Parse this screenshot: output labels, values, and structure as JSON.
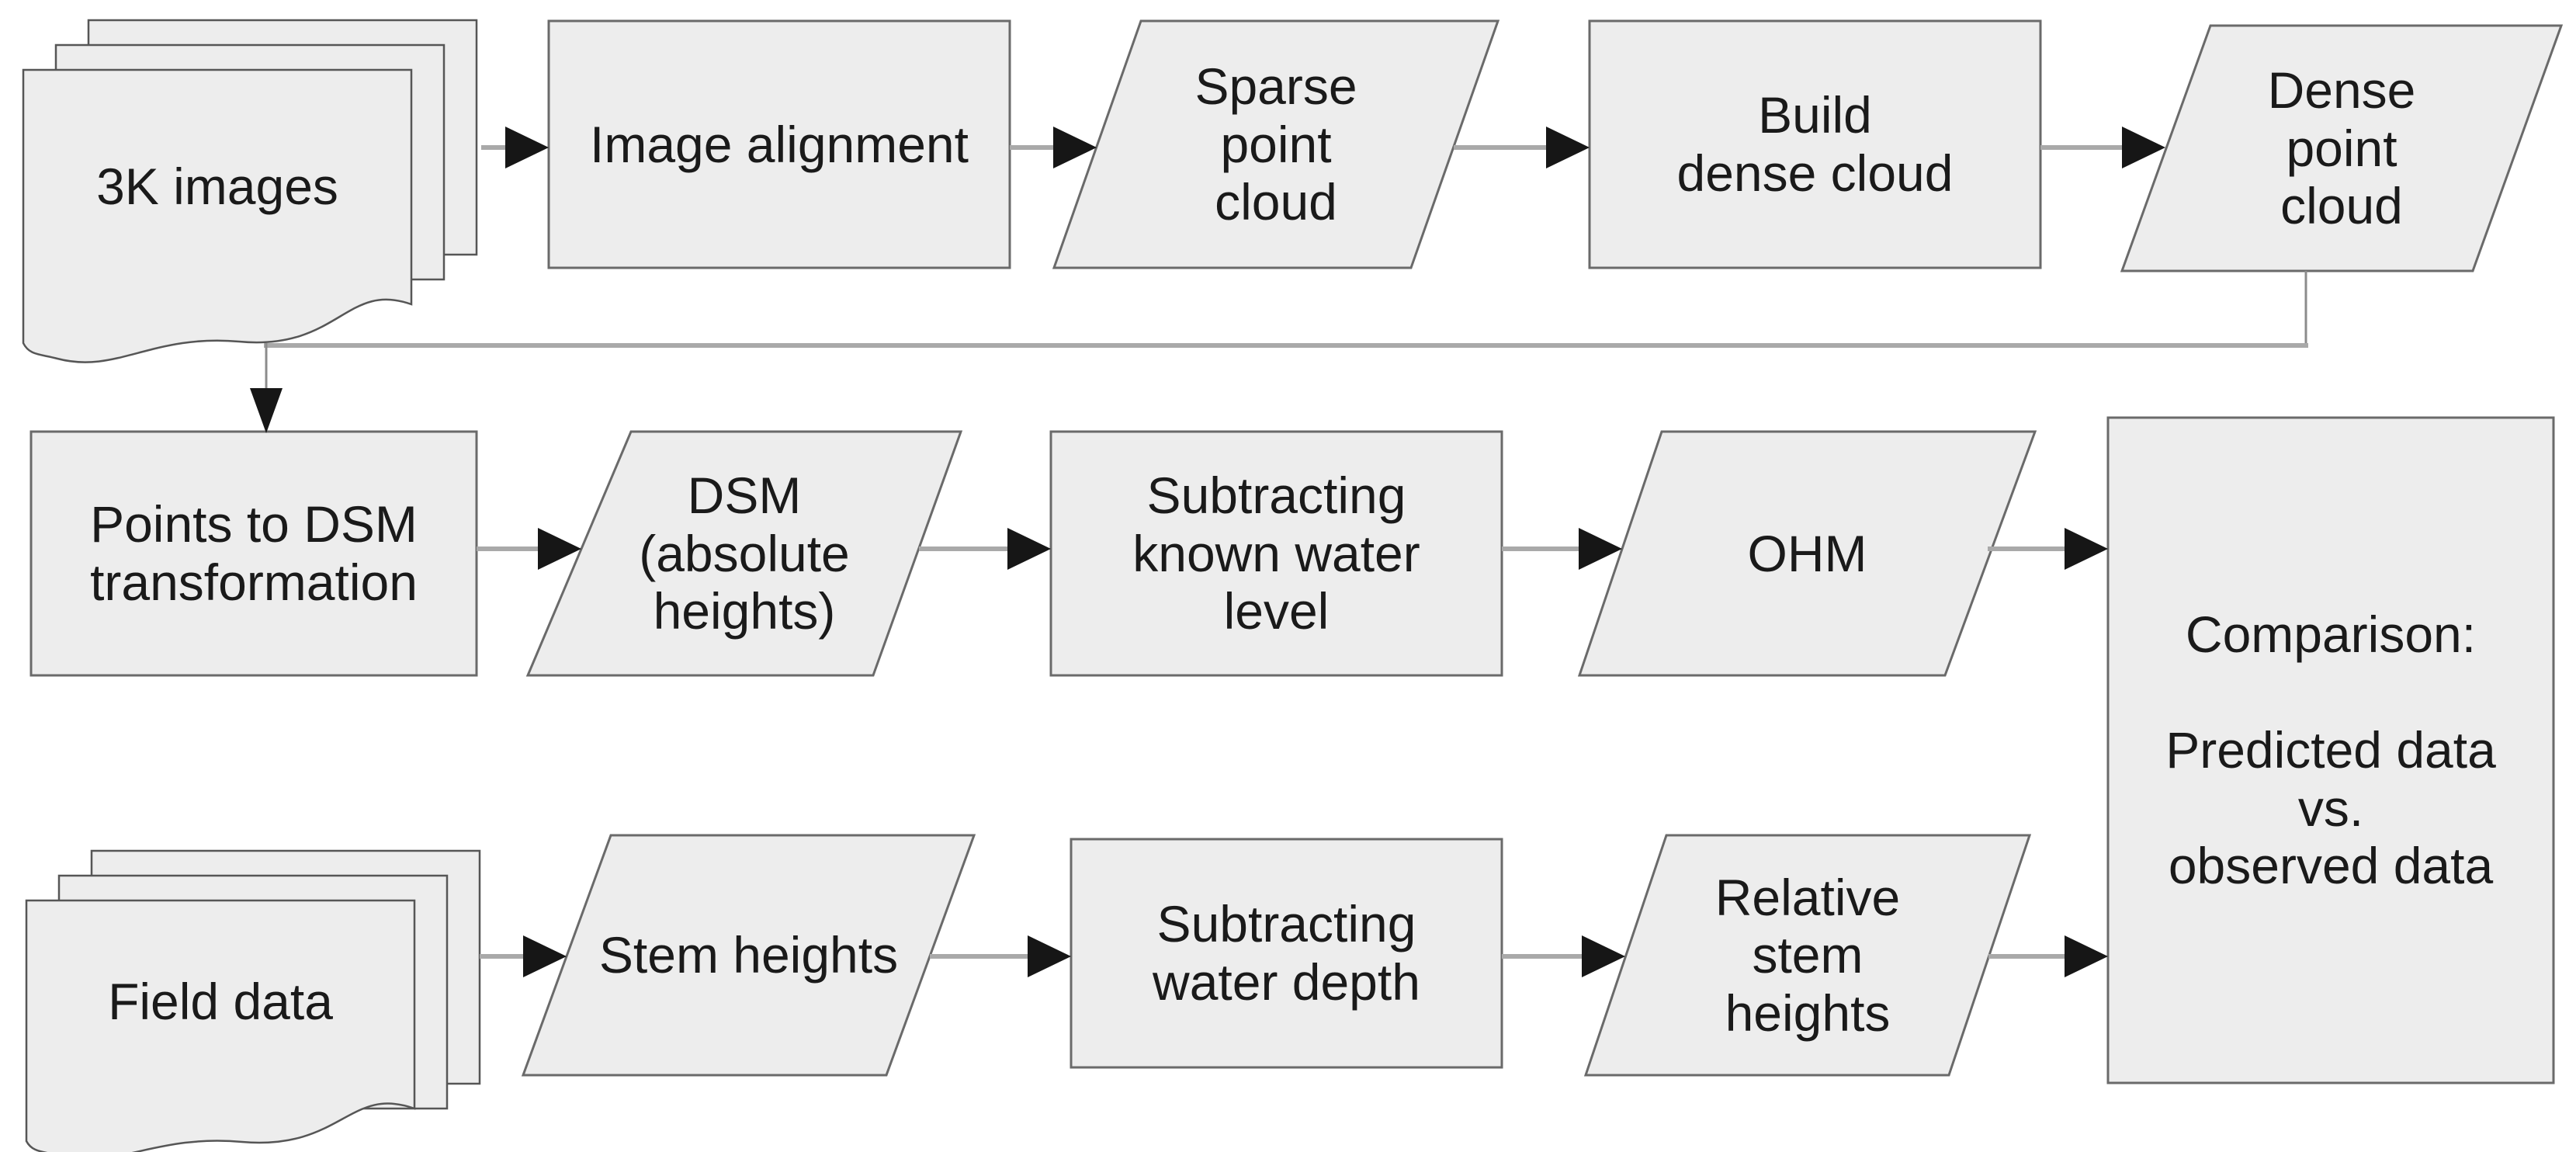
{
  "colors": {
    "node_fill": "#ededed",
    "node_border": "#6a6a6a",
    "doc_border": "#565656",
    "arrow_shaft": "#a9a9a9",
    "arrow_head": "#161616",
    "connector": "#8c8c8c",
    "text_color": "#1a1a1a",
    "background": "#ffffff"
  },
  "nodes": {
    "images_3k": {
      "label": "3K images",
      "shape": "document-stack"
    },
    "image_alignment": {
      "label": "Image alignment",
      "shape": "rectangle"
    },
    "sparse_point_cloud": {
      "label": "Sparse\npoint\ncloud",
      "shape": "parallelogram"
    },
    "build_dense_cloud": {
      "label": "Build\ndense cloud",
      "shape": "rectangle"
    },
    "dense_point_cloud": {
      "label": "Dense\npoint\ncloud",
      "shape": "parallelogram"
    },
    "points_to_dsm": {
      "label": "Points to DSM\ntransformation",
      "shape": "rectangle"
    },
    "dsm_absolute": {
      "label": "DSM\n(absolute\nheights)",
      "shape": "parallelogram"
    },
    "subtracting_known_water_level": {
      "label": "Subtracting\nknown water\nlevel",
      "shape": "rectangle"
    },
    "ohm": {
      "label": "OHM",
      "shape": "parallelogram"
    },
    "comparison": {
      "label": "Comparison:\n\nPredicted data\nvs.\nobserved data",
      "shape": "rectangle"
    },
    "field_data": {
      "label": "Field data",
      "shape": "document-stack"
    },
    "stem_heights": {
      "label": "Stem heights",
      "shape": "parallelogram"
    },
    "subtracting_water_depth": {
      "label": "Subtracting\nwater depth",
      "shape": "rectangle"
    },
    "relative_stem_heights": {
      "label": "Relative\nstem\nheights",
      "shape": "parallelogram"
    }
  },
  "edges": [
    {
      "from": "images_3k",
      "to": "image_alignment"
    },
    {
      "from": "image_alignment",
      "to": "sparse_point_cloud"
    },
    {
      "from": "sparse_point_cloud",
      "to": "build_dense_cloud"
    },
    {
      "from": "build_dense_cloud",
      "to": "dense_point_cloud"
    },
    {
      "from": "dense_point_cloud",
      "to": "points_to_dsm"
    },
    {
      "from": "points_to_dsm",
      "to": "dsm_absolute"
    },
    {
      "from": "dsm_absolute",
      "to": "subtracting_known_water_level"
    },
    {
      "from": "subtracting_known_water_level",
      "to": "ohm"
    },
    {
      "from": "ohm",
      "to": "comparison"
    },
    {
      "from": "field_data",
      "to": "stem_heights"
    },
    {
      "from": "stem_heights",
      "to": "subtracting_water_depth"
    },
    {
      "from": "subtracting_water_depth",
      "to": "relative_stem_heights"
    },
    {
      "from": "relative_stem_heights",
      "to": "comparison"
    }
  ]
}
